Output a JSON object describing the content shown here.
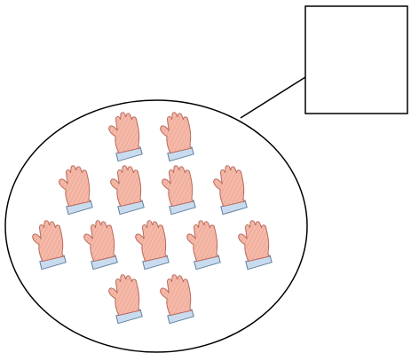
{
  "diagram": {
    "answer_box": {
      "text": ""
    },
    "group": {
      "item_icon": "hand-icon",
      "rows": [
        2,
        4,
        5,
        2
      ],
      "count": 13
    },
    "colors": {
      "stroke": "#000000",
      "hand_fill": "#f4b9a8",
      "hand_stroke": "#b7675a",
      "hand_hatch": "#e48a79",
      "cuff_fill": "#c9dcef",
      "cuff_stroke": "#5f7f9e",
      "background": "#ffffff"
    }
  }
}
